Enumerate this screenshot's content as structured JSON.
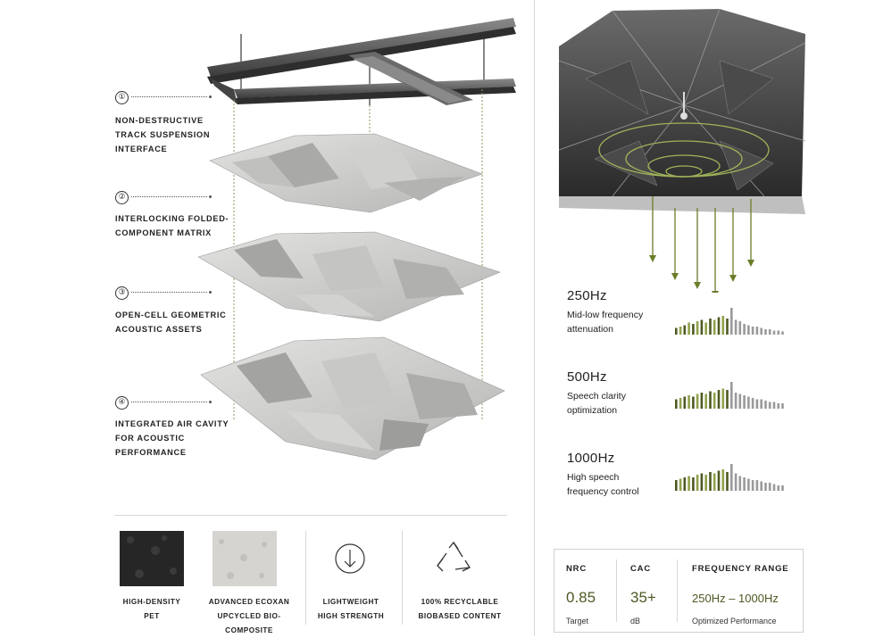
{
  "components": [
    {
      "num": "①",
      "label": "NON-DESTRUCTIVE TRACK SUSPENSION INTERFACE"
    },
    {
      "num": "②",
      "label": "INTERLOCKING FOLDED-COMPONENT MATRIX"
    },
    {
      "num": "③",
      "label": "OPEN-CELL GEOMETRIC ACOUSTIC ASSETS"
    },
    {
      "num": "④",
      "label": "INTEGRATED AIR CAVITY FOR ACOUSTIC PERFORMANCE"
    }
  ],
  "materials": [
    {
      "line1": "HIGH-DENSITY",
      "line2": "PET",
      "icon": "pet-swatch"
    },
    {
      "line1": "ADVANCED ECOXAN",
      "line2": "UPCYCLED BIO-COMPOSITE",
      "icon": "ecoxan-swatch"
    },
    {
      "line1": "LIGHTWEIGHT",
      "line2": "HIGH STRENGTH",
      "icon": "arrow-down-circle-icon"
    },
    {
      "line1": "100% RECYCLABLE",
      "line2": "BIOBASED CONTENT",
      "icon": "recycle-icon"
    }
  ],
  "frequencies": [
    {
      "title": "250Hz",
      "line1": "Mid-low frequency",
      "line2": "attenuation",
      "bars": [
        0.25,
        0.3,
        0.35,
        0.45,
        0.4,
        0.5,
        0.55,
        0.45,
        0.6,
        0.55,
        0.65,
        0.7,
        0.6,
        1.0,
        0.55,
        0.5,
        0.4,
        0.35,
        0.3,
        0.3,
        0.25,
        0.2,
        0.2,
        0.15,
        0.15,
        0.12
      ]
    },
    {
      "title": "500Hz",
      "line1": "Speech clarity",
      "line2": "optimization",
      "bars": [
        0.35,
        0.4,
        0.45,
        0.5,
        0.45,
        0.55,
        0.6,
        0.55,
        0.65,
        0.6,
        0.7,
        0.75,
        0.7,
        1.0,
        0.6,
        0.55,
        0.5,
        0.45,
        0.4,
        0.35,
        0.35,
        0.3,
        0.25,
        0.25,
        0.2,
        0.2
      ]
    },
    {
      "title": "1000Hz",
      "line1": "High speech",
      "line2": "frequency control",
      "bars": [
        0.4,
        0.45,
        0.5,
        0.55,
        0.5,
        0.6,
        0.65,
        0.6,
        0.7,
        0.65,
        0.75,
        0.8,
        0.7,
        1.0,
        0.65,
        0.55,
        0.5,
        0.45,
        0.4,
        0.4,
        0.35,
        0.3,
        0.3,
        0.25,
        0.2,
        0.2
      ]
    }
  ],
  "stats": [
    {
      "head": "NRC",
      "value": "0.85",
      "cap": "Target"
    },
    {
      "head": "CAC",
      "value": "35+",
      "cap": "dB"
    },
    {
      "head": "FREQUENCY RANGE",
      "value": "250Hz – 1000Hz",
      "cap": "Optimized Performance"
    }
  ],
  "colors": {
    "accent": "#4c5a22",
    "accent_light": "#8fa24a",
    "bar_grey": "#9a9a9a",
    "panel": "#c8c8c8",
    "steel": "#555555"
  }
}
